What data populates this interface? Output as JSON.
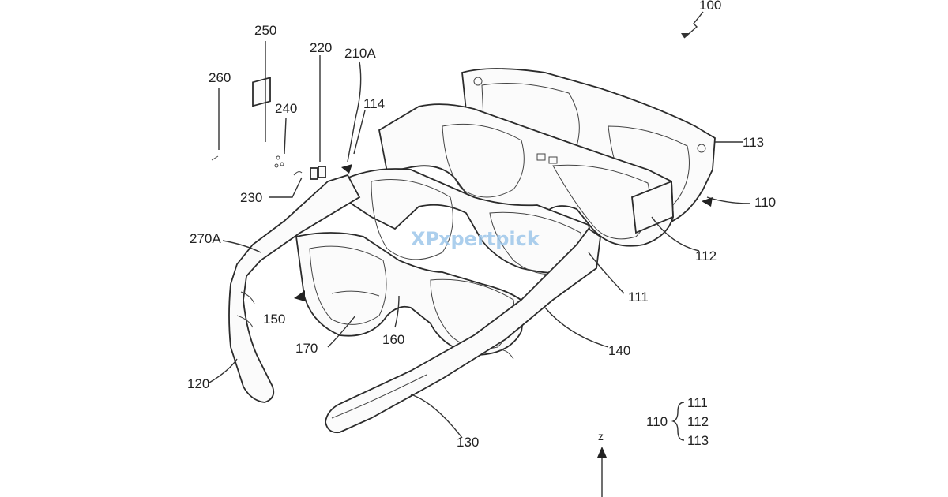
{
  "figure_ref": "100",
  "callouts": {
    "c260": "260",
    "c250": "250",
    "c240": "240",
    "c230": "230",
    "c220": "220",
    "c210A": "210A",
    "c114": "114",
    "c113": "113",
    "c110": "110",
    "c112": "112",
    "c111": "111",
    "c270A": "270A",
    "c150": "150",
    "c170": "170",
    "c160": "160",
    "c140": "140",
    "c120": "120",
    "c130": "130"
  },
  "axis_label": "z",
  "legend": {
    "group": "110",
    "items": [
      "111",
      "112",
      "113"
    ]
  },
  "watermark": {
    "mark": "XP",
    "text": "xpertpick",
    "color": "#9ec7ea"
  }
}
